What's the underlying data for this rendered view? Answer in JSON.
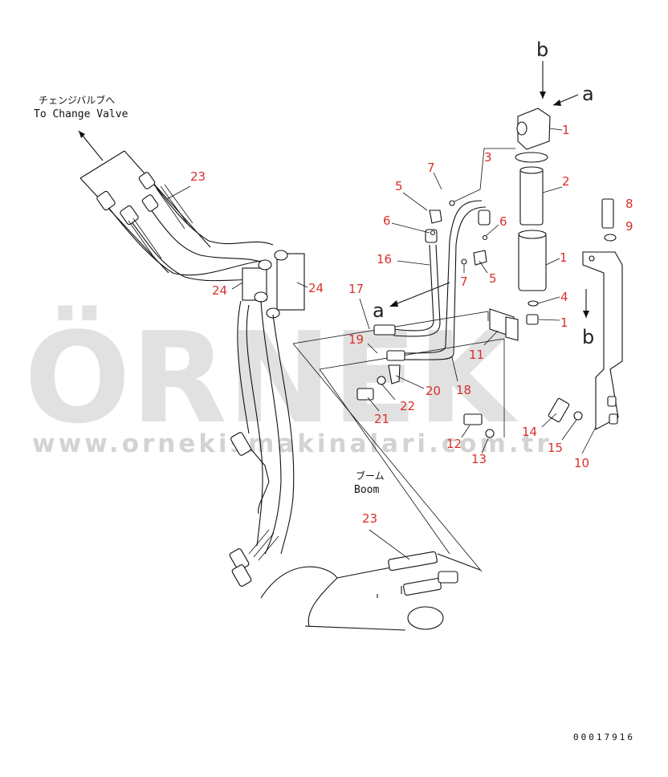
{
  "notes": {
    "change_valve_jp": "チェンジバルブへ",
    "change_valve_en": "To Change Valve",
    "boom_jp": "ブーム",
    "boom_en": "Boom"
  },
  "view_markers": [
    "b",
    "a",
    "a",
    "b"
  ],
  "callouts": [
    "23",
    "1",
    "3",
    "7",
    "5",
    "2",
    "6",
    "6",
    "8",
    "9",
    "16",
    "1",
    "17",
    "5",
    "7",
    "4",
    "1",
    "24",
    "24",
    "19",
    "11",
    "20",
    "18",
    "22",
    "21",
    "14",
    "12",
    "13",
    "15",
    "10",
    "23"
  ],
  "watermark": {
    "brand": "ÖRNEK",
    "url": "www.ornekismakinalari.com.tr"
  },
  "document_number": "00017916"
}
